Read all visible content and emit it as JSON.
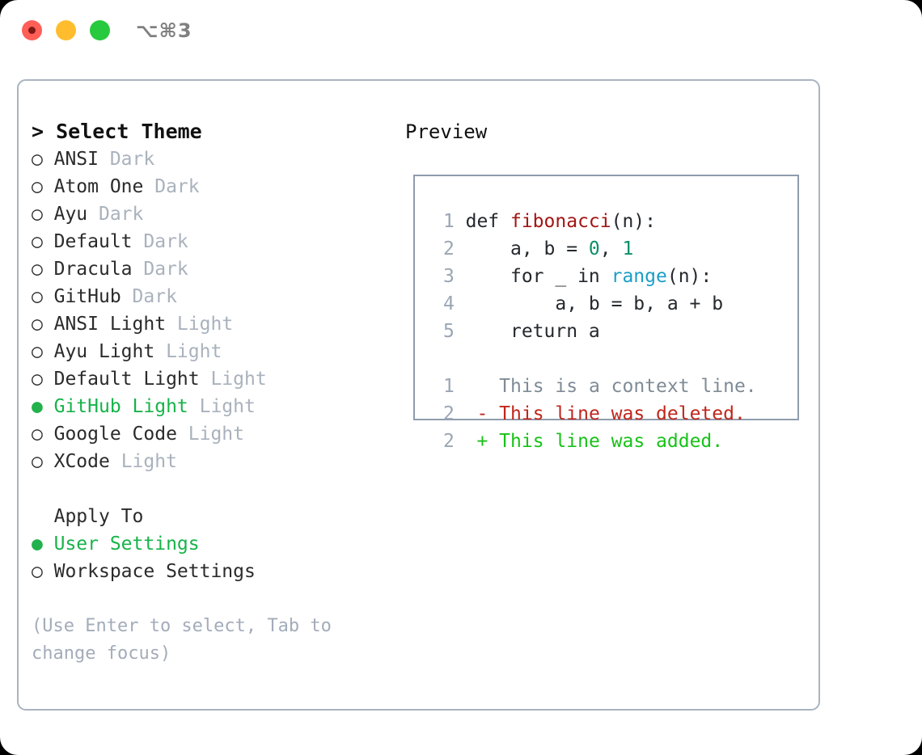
{
  "window": {
    "shortcut_label": "⌥⌘3",
    "traffic_lights": [
      {
        "name": "close",
        "color": "#ff5f56"
      },
      {
        "name": "minimize",
        "color": "#ffbd2e"
      },
      {
        "name": "maximize",
        "color": "#27c93f"
      }
    ]
  },
  "theme_picker": {
    "header": "> Select Theme",
    "options": [
      {
        "marker": "○",
        "name": "ANSI",
        "tag": " Dark",
        "selected": false
      },
      {
        "marker": "○",
        "name": "Atom One",
        "tag": " Dark",
        "selected": false
      },
      {
        "marker": "○",
        "name": "Ayu",
        "tag": " Dark",
        "selected": false
      },
      {
        "marker": "○",
        "name": "Default",
        "tag": " Dark",
        "selected": false
      },
      {
        "marker": "○",
        "name": "Dracula",
        "tag": " Dark",
        "selected": false
      },
      {
        "marker": "○",
        "name": "GitHub",
        "tag": " Dark",
        "selected": false
      },
      {
        "marker": "○",
        "name": "ANSI Light",
        "tag": " Light",
        "selected": false
      },
      {
        "marker": "○",
        "name": "Ayu Light",
        "tag": " Light",
        "selected": false
      },
      {
        "marker": "○",
        "name": "Default Light",
        "tag": " Light",
        "selected": false
      },
      {
        "marker": "●",
        "name": "GitHub Light",
        "tag": " Light",
        "selected": true
      },
      {
        "marker": "○",
        "name": "Google Code",
        "tag": " Light",
        "selected": false
      },
      {
        "marker": "○",
        "name": "XCode",
        "tag": " Light",
        "selected": false
      }
    ]
  },
  "apply_to": {
    "header": "Apply To",
    "options": [
      {
        "marker": "●",
        "name": "User Settings",
        "selected": true
      },
      {
        "marker": "○",
        "name": "Workspace Settings",
        "selected": false
      }
    ]
  },
  "hint": "(Use Enter to select, Tab to change focus)",
  "preview": {
    "title": "Preview",
    "code_lines": [
      {
        "number": "1",
        "segments": [
          {
            "text": "def ",
            "token": "keyword"
          },
          {
            "text": "fibonacci",
            "token": "function"
          },
          {
            "text": "(n):",
            "token": "plain"
          }
        ]
      },
      {
        "number": "2",
        "segments": [
          {
            "text": "    a, b = ",
            "token": "plain"
          },
          {
            "text": "0",
            "token": "number"
          },
          {
            "text": ", ",
            "token": "plain"
          },
          {
            "text": "1",
            "token": "number"
          }
        ]
      },
      {
        "number": "3",
        "segments": [
          {
            "text": "    for _ in ",
            "token": "keyword"
          },
          {
            "text": "range",
            "token": "call"
          },
          {
            "text": "(n):",
            "token": "plain"
          }
        ]
      },
      {
        "number": "4",
        "segments": [
          {
            "text": "        a, b = b, a + b",
            "token": "plain"
          }
        ]
      },
      {
        "number": "5",
        "segments": [
          {
            "text": "    return a",
            "token": "keyword"
          }
        ]
      }
    ],
    "diff_lines": [
      {
        "number": "1",
        "marker": " ",
        "text": "This is a context line.",
        "kind": "context"
      },
      {
        "number": "2",
        "marker": "-",
        "text": "This line was deleted.",
        "kind": "deleted"
      },
      {
        "number": "2",
        "marker": "+",
        "text": "This line was added.",
        "kind": "added"
      }
    ]
  },
  "colors": {
    "selected_green": "#17b34a",
    "muted_tag": "#a9b2bd",
    "hint_text": "#a3acba",
    "line_number": "#9aa6b4",
    "function_red": "#a31515",
    "number_teal": "#0b8f6a",
    "call_blue": "#1a9ec7",
    "diff_added": "#18c218",
    "diff_deleted": "#c0261c",
    "diff_context": "#7f8b96",
    "border": "#aab4c0"
  }
}
